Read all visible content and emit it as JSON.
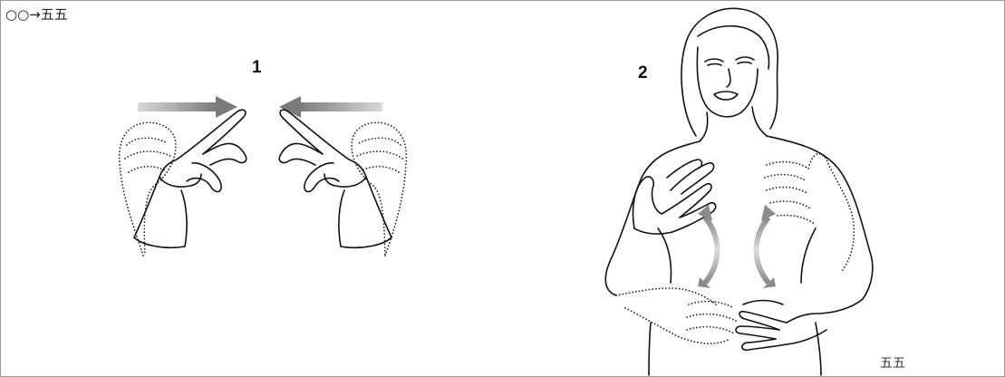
{
  "header": {
    "title": "○○→五五"
  },
  "steps": [
    {
      "number": "1"
    },
    {
      "number": "2"
    }
  ],
  "footer": {
    "label": "五五"
  },
  "colors": {
    "arrow": "#8a8a8a",
    "line": "#111111",
    "border": "#9a9a9a"
  },
  "icons": {
    "arrow_right": "right-arrow-icon",
    "arrow_left": "left-arrow-icon",
    "arc_arrow": "curved-double-arrow-icon"
  }
}
